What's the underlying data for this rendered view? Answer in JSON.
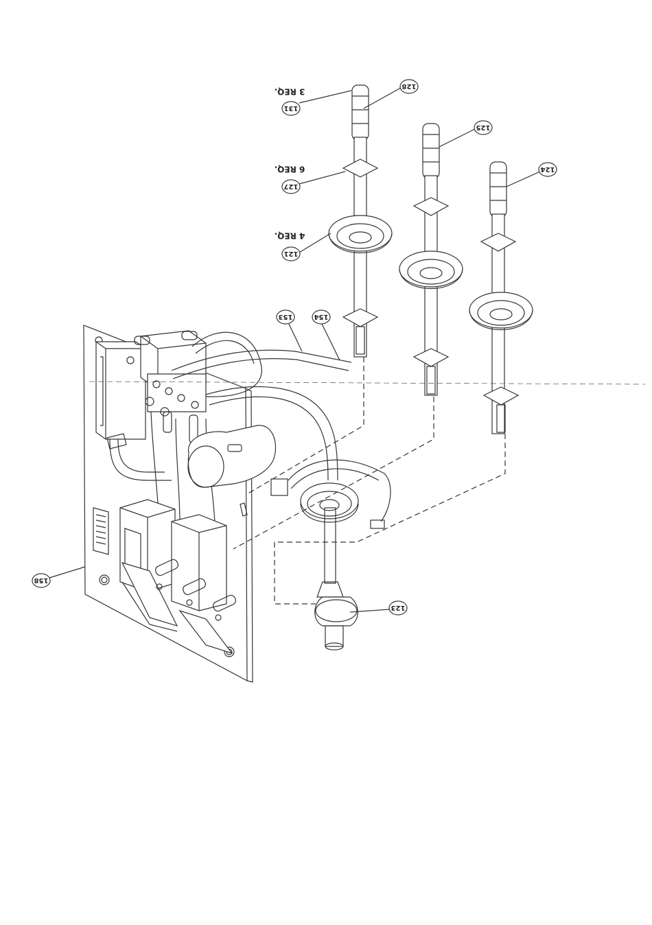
{
  "diagram": {
    "orientation": "rotated-180",
    "line_color": "#333333",
    "callouts": [
      {
        "id": "c131",
        "label": "131"
      },
      {
        "id": "c128",
        "label": "128"
      },
      {
        "id": "c125",
        "label": "125"
      },
      {
        "id": "c127",
        "label": "127"
      },
      {
        "id": "c124",
        "label": "124"
      },
      {
        "id": "c121",
        "label": "121"
      },
      {
        "id": "c153",
        "label": "153"
      },
      {
        "id": "c154",
        "label": "154"
      },
      {
        "id": "c158",
        "label": "158"
      },
      {
        "id": "c123",
        "label": "123"
      }
    ],
    "quantity_notes": {
      "q131": "3 REQ.",
      "q127": "6 REQ.",
      "q121": "4 REQ."
    }
  }
}
